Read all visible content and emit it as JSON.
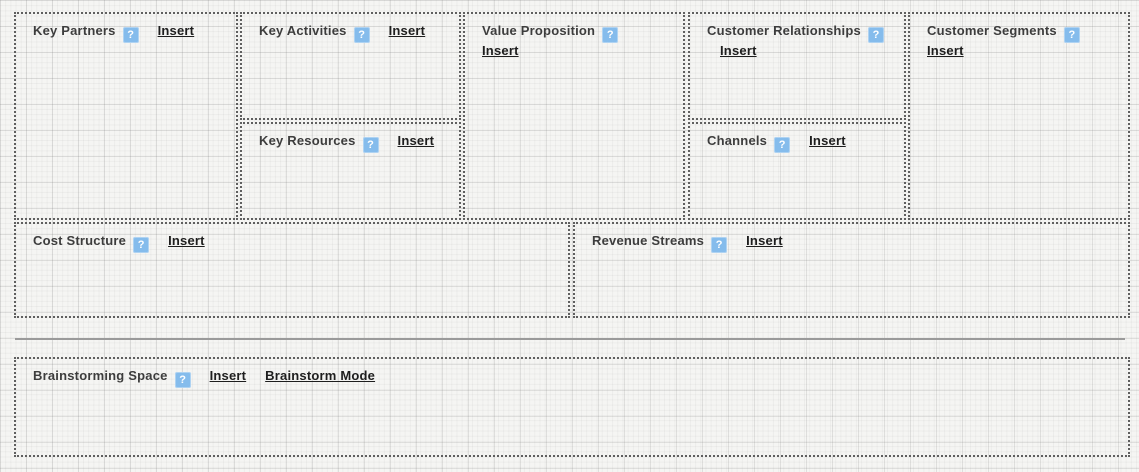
{
  "icons": {
    "help": "?"
  },
  "colors": {
    "help_icon_bg": "#85bcec",
    "title_text": "#3d3d3d",
    "link_text": "#1e1e1e",
    "border": "#5f5f5f",
    "grid_background": "#f5f5f3"
  },
  "sections": {
    "key_partners": {
      "title": "Key Partners",
      "insert": "Insert"
    },
    "key_activities": {
      "title": "Key Activities",
      "insert": "Insert"
    },
    "key_resources": {
      "title": "Key Resources",
      "insert": "Insert"
    },
    "value_proposition": {
      "title": "Value Proposition",
      "insert": "Insert"
    },
    "customer_relationships": {
      "title": "Customer Relationships",
      "insert": "Insert"
    },
    "channels": {
      "title": "Channels",
      "insert": "Insert"
    },
    "customer_segments": {
      "title": "Customer Segments",
      "insert": "Insert"
    },
    "cost_structure": {
      "title": "Cost Structure",
      "insert": "Insert"
    },
    "revenue_streams": {
      "title": "Revenue Streams",
      "insert": "Insert"
    },
    "brainstorming_space": {
      "title": "Brainstorming Space",
      "insert": "Insert",
      "brainstorm_mode": "Brainstorm Mode"
    }
  }
}
